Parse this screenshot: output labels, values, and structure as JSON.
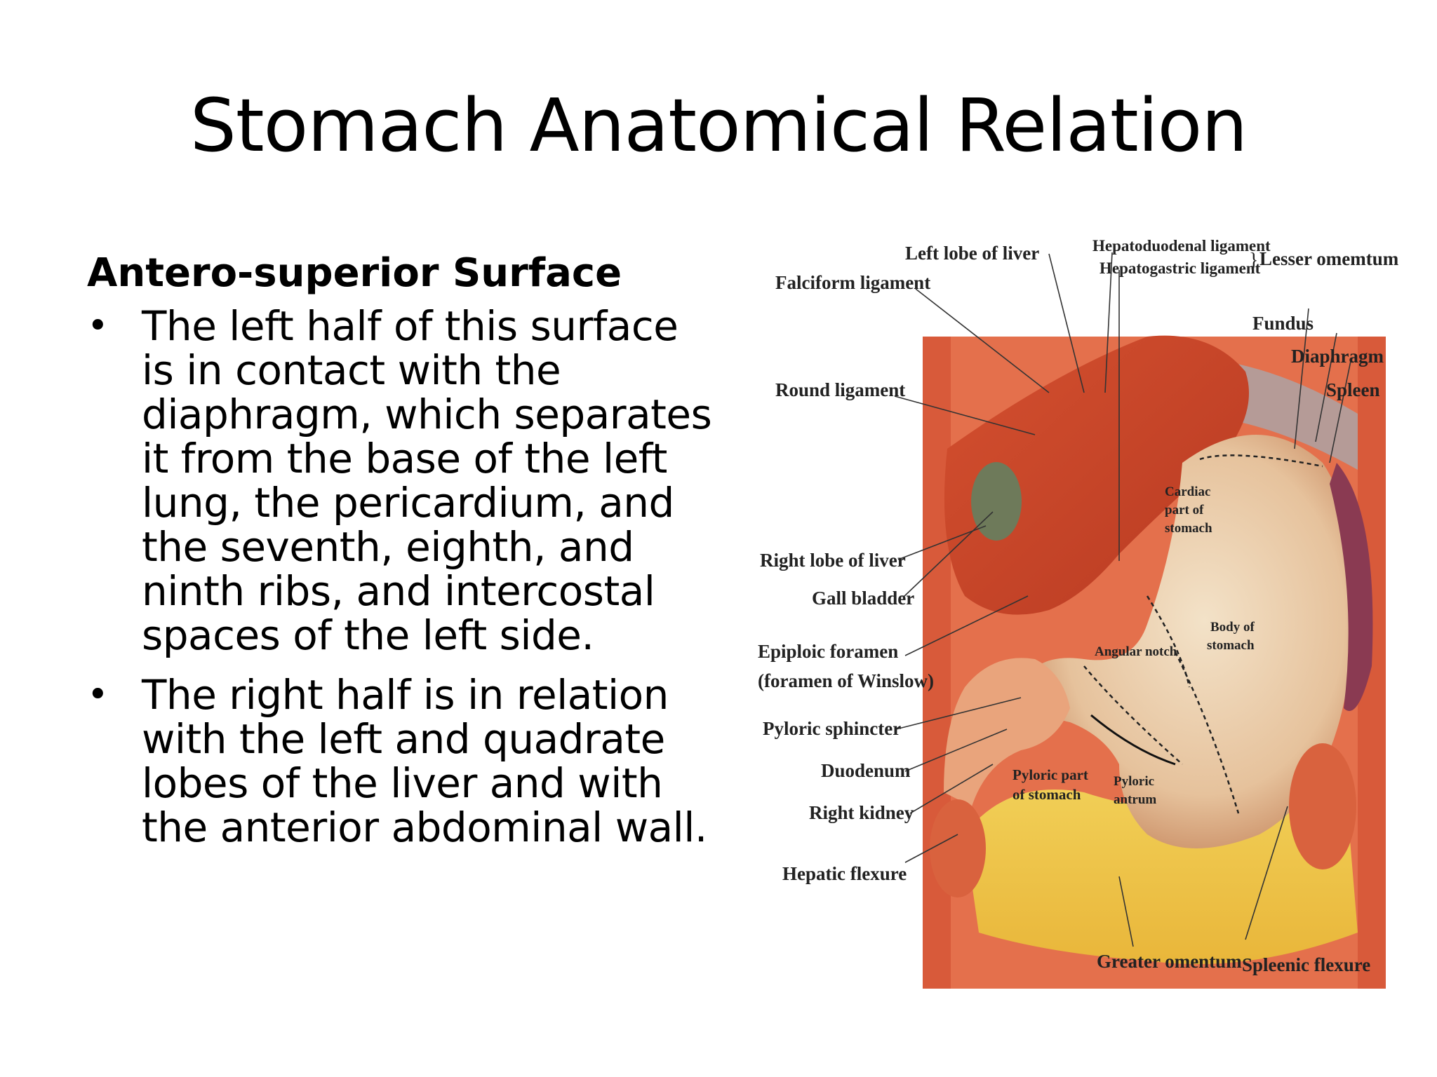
{
  "slide": {
    "title": "Stomach Anatomical Relation",
    "subheading": "Antero-superior Surface",
    "bullets": [
      "The left half of this surface is in contact with the diaphragm, which separates it from the base of the left lung, the pericardium, and the seventh, eighth, and ninth ribs, and intercostal spaces of the left side.",
      "The right half is in relation with the left and quadrate lobes of the liver and with the anterior abdominal wall."
    ]
  },
  "figure": {
    "labels": {
      "left_lobe_of_liver": "Left lobe of liver",
      "falciform_ligament": "Falciform ligament",
      "hepatoduodenal_ligament": "Hepatoduodenal ligament",
      "hepatogastric_ligament": "Hepatogastric ligament",
      "lesser_omentum": "Lesser omemtum",
      "fundus": "Fundus",
      "diaphragm": "Diaphragm",
      "spleen": "Spleen",
      "round_ligament": "Round ligament",
      "cardiac_part_1": "Cardiac",
      "cardiac_part_2": "part of",
      "cardiac_part_3": "stomach",
      "right_lobe_of_liver": "Right lobe of liver",
      "gall_bladder": "Gall bladder",
      "body_of_stomach_1": "Body of",
      "body_of_stomach_2": "stomach",
      "epiploic_foramen": "Epiploic foramen",
      "foramen_of_winslow": "(foramen of Winslow)",
      "angular_notch": "Angular notch",
      "pyloric_sphincter": "Pyloric sphincter",
      "duodenum": "Duodenum",
      "pyloric_part_1": "Pyloric part",
      "pyloric_part_2": "of stomach",
      "pyloric_antrum_1": "Pyloric",
      "pyloric_antrum_2": "antrum",
      "right_kidney": "Right kidney",
      "hepatic_flexure": "Hepatic flexure",
      "greater_omentum": "Greater omentum",
      "splenic_flexure": "Spleenic flexure"
    }
  }
}
